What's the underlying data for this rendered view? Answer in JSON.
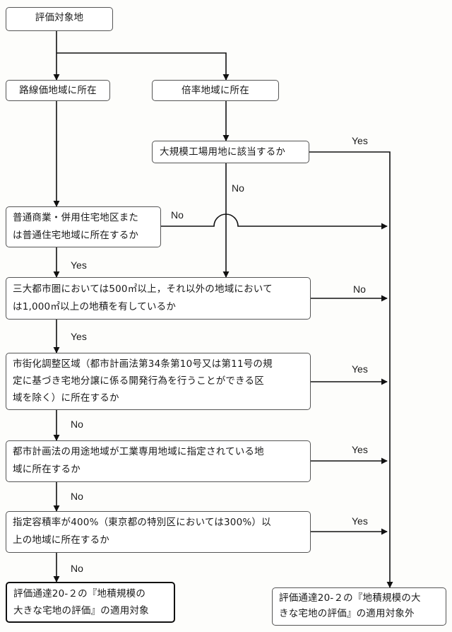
{
  "nodes": {
    "start": "評価対象地",
    "rosenka": "路線価地域に所在",
    "bairitsu": "倍率地域に所在",
    "factory": "大規模工場用地に該当するか",
    "commercial": "普通商業・併用住宅地区また\nは普通住宅地域に所在するか",
    "area": "三大都市圏においては500㎡以上，それ以外の地域において\nは1,000㎡以上の地積を有しているか",
    "urbanization": "市街化調整区域（都市計画法第34条第10号又は第11号の規\n定に基づき宅地分譲に係る開発行為を行うことができる区\n域を除く）に所在するか",
    "industrial": "都市計画法の用途地域が工業専用地域に指定されている地\n域に所在するか",
    "far": "指定容積率が400%（東京都の特別区においては300%）以\n上の地域に所在するか",
    "applicable": "評価通達20-２の『地積規模の\n大きな宅地の評価』の適用対象",
    "not_applicable": "評価通達20-２の『地積規模の大\nきな宅地の評価』の適用対象外"
  },
  "labels": {
    "factory_yes": "Yes",
    "factory_no": "No",
    "commercial_no": "No",
    "commercial_yes": "Yes",
    "area_no": "No",
    "area_yes": "Yes",
    "urbanization_yes": "Yes",
    "urbanization_no": "No",
    "industrial_yes": "Yes",
    "industrial_no": "No",
    "far_yes": "Yes",
    "far_no": "No"
  }
}
